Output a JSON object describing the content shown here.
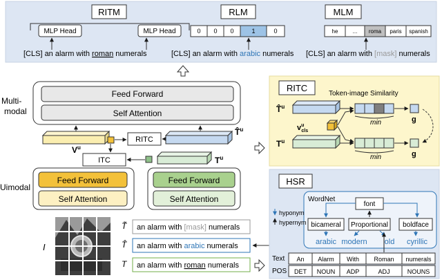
{
  "colors": {
    "panel_blue": "#dde6f3",
    "panel_yellow": "#fdf6cc",
    "accent_blue": "#2e75b6",
    "orange": "#f3c13a",
    "green": "#d7ead1",
    "vec_yellow": "#fbeeb0",
    "vec_blue": "#c5d9f0",
    "vec_green": "#d8ecd6"
  },
  "top": {
    "ritm": {
      "title": "RITM",
      "head_left": "MLP Head",
      "head_right": "MLP Head",
      "caption_a": "[CLS] an alarm with ",
      "caption_u": "roman",
      "caption_b": " numerals"
    },
    "rlm": {
      "title": "RLM",
      "cells": [
        "0",
        "0",
        "0",
        "1",
        "0"
      ],
      "caption_a": "[CLS] an alarm with ",
      "caption_blue": "arabic",
      "caption_b": " numerals"
    },
    "mlm": {
      "title": "MLM",
      "cells": [
        "he",
        "...",
        "roma",
        "paris",
        "spanish"
      ],
      "caption_a": "[CLS] an alarm with ",
      "caption_mask": "[mask]",
      "caption_b": " numerals"
    }
  },
  "encoder": {
    "multi_label_1": "Multi-",
    "multi_label_2": "modal",
    "feed_forward": "Feed Forward",
    "self_attention": "Self Attention",
    "uni_label": "Uimodal",
    "uni_left_ff": "Feed Forward",
    "uni_left_sa": "Self Attention",
    "uni_right_ff": "Feed Forward",
    "uni_right_sa": "Self Attention",
    "ritc": "RITC",
    "itc": "ITC",
    "v_u": "V",
    "t_u": "T",
    "t_hat_u": "T̂",
    "sup_u": "u"
  },
  "inputs": {
    "image_label": "I",
    "t_tilde": "T̃",
    "t_hat": "T̂",
    "t": "T",
    "line1_a": "an alarm with ",
    "line1_mask": "[mask]",
    "line1_b": " numerals",
    "line2_a": "an alarm with ",
    "line2_blue": "arabic",
    "line2_b": " numerals",
    "line3_a": "an alarm with ",
    "line3_u": "roman",
    "line3_b": " numerals"
  },
  "ritc_panel": {
    "title": "RITC",
    "subtitle": "Token-image Similarity",
    "t_hat_u": "T̂",
    "t_u": "T",
    "v_cls": "v",
    "sup_u": "u",
    "sub_cls": "cls",
    "min1": "min",
    "min2": "min",
    "g1": "g",
    "g2": "g"
  },
  "hsr_panel": {
    "title": "HSR",
    "wordnet": "WordNet",
    "hyponym": "hyponym",
    "hypernym": "hypernym",
    "font": "font",
    "bicameral": "bicameral",
    "proportional": "Proportional",
    "boldface": "boldface",
    "leaves": [
      "arabic",
      "modern",
      "old",
      "cyrillic"
    ],
    "text_label": "Text",
    "pos_label": "POS",
    "text_row": [
      "An",
      "Alarm",
      "With",
      "Roman",
      "numerals"
    ],
    "pos_row": [
      "DET",
      "NOUN",
      "ADP",
      "ADJ",
      "NOUNS"
    ]
  }
}
